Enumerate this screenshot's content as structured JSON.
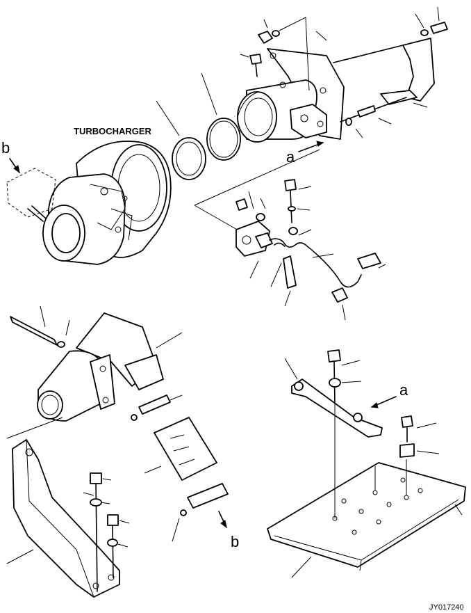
{
  "labels": {
    "turbocharger": "TURBOCHARGER",
    "ref_a_top": "a",
    "ref_a_right": "a",
    "ref_b_left": "b",
    "ref_b_bottom": "b",
    "drawing_code": "JY017240"
  }
}
